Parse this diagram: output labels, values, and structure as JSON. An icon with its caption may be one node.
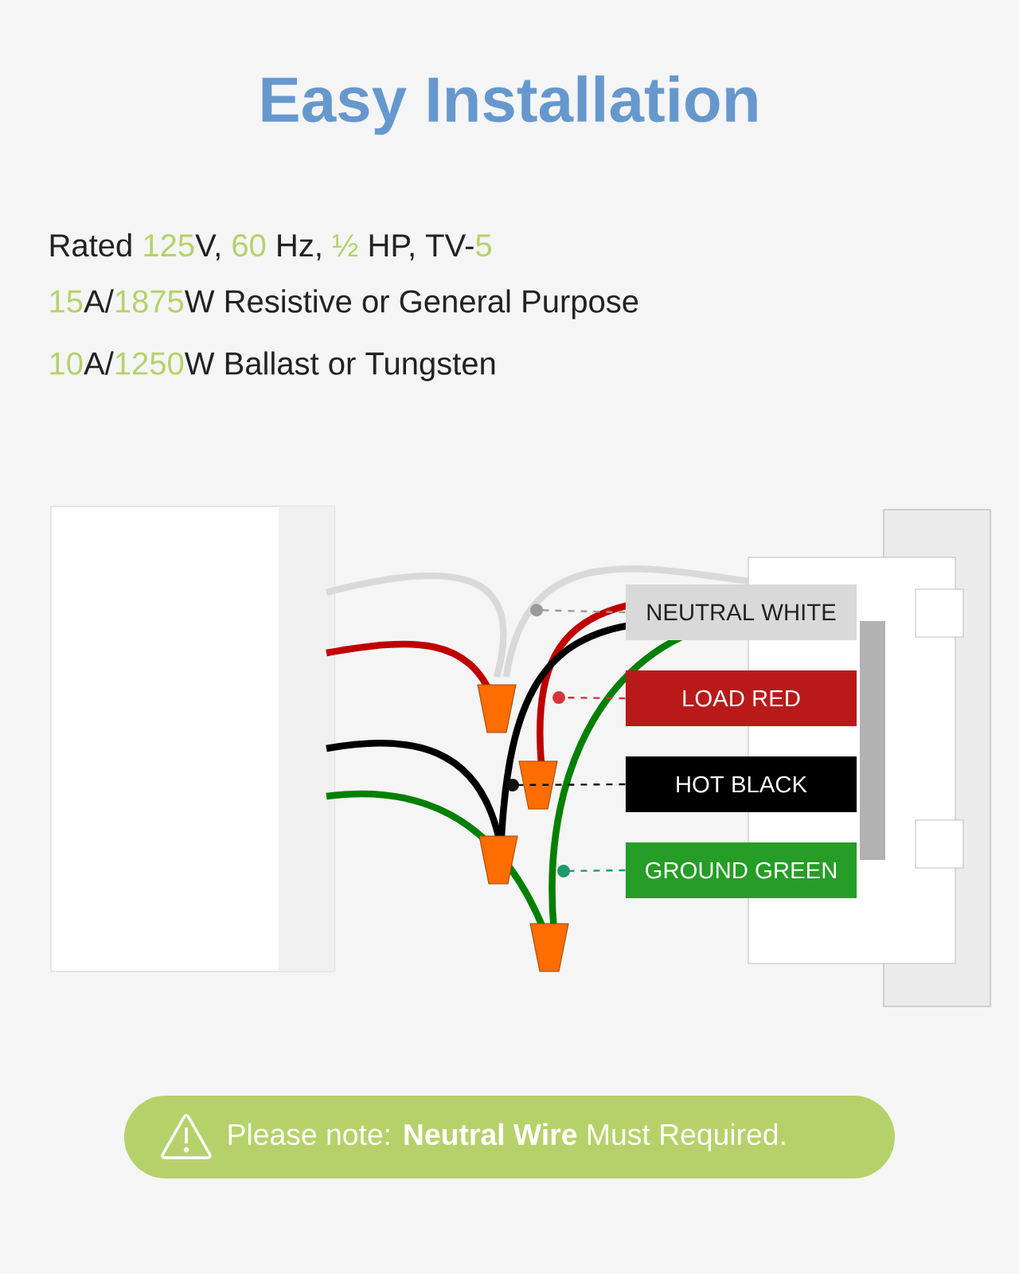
{
  "diagram": {
    "title": "Easy Installation",
    "nodes": [
      {
        "text": [
          "NEUTRAL WHITE"
        ]
      },
      {
        "text": [
          "LOAD RED"
        ]
      },
      {
        "text": [
          "HOT BLACK"
        ]
      },
      {
        "text": [
          "GROUND GREEN"
        ]
      },
      {
        "text": [
          "Please note: **Neutral Wire** Must Required."
        ]
      }
    ],
    "edges": [
      {
        "from": 0,
        "to": null,
        "arrow": "other",
        "style": "dashed",
        "color": "#9a9a9a"
      },
      {
        "from": 1,
        "to": null,
        "arrow": "other",
        "style": "dashed",
        "color": "#d9343b"
      },
      {
        "from": 2,
        "to": null,
        "arrow": "other",
        "style": "dashed",
        "color": "#111111"
      },
      {
        "from": 3,
        "to": null,
        "arrow": "other",
        "style": "dashed",
        "color": "#1f9a6a"
      }
    ],
    "labels": [
      "Rated **125**V, **60** Hz, **½** HP, TV-**5**",
      "**15**A/**1875**W Resistive or General Purpose",
      "**10**A/**1250**W Ballast or Tungsten"
    ]
  }
}
